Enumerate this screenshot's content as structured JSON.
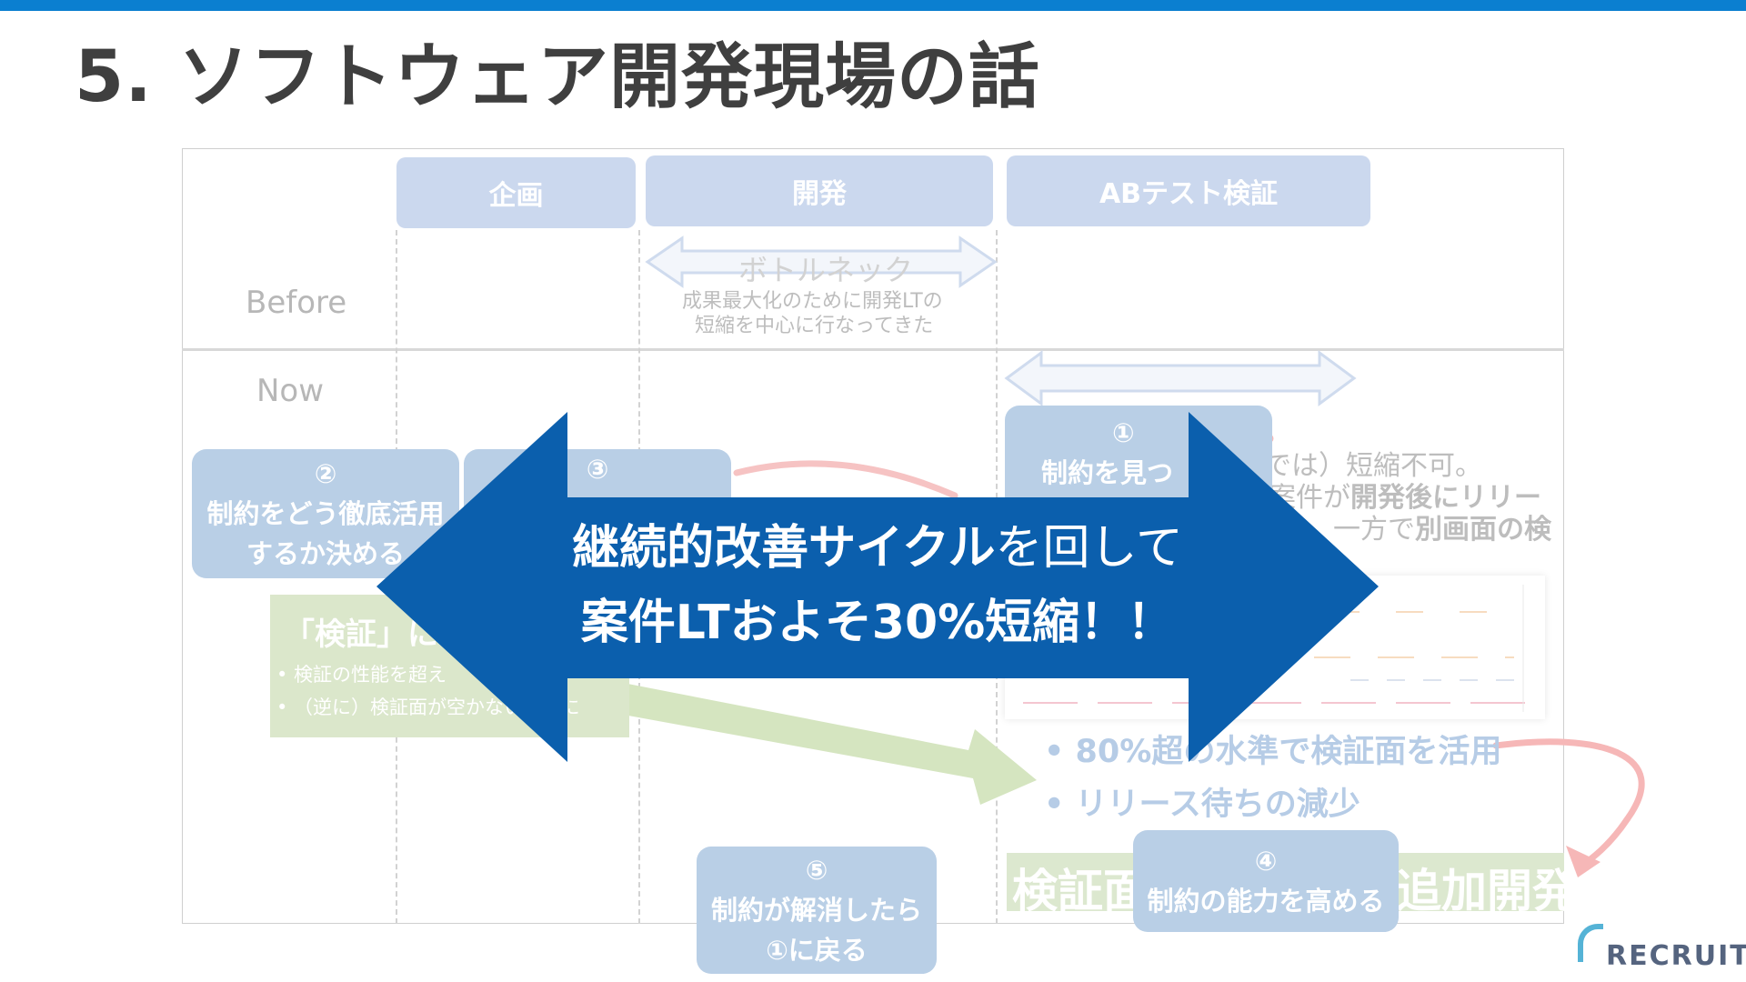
{
  "slide": {
    "title": "5. ソフトウェア開発現場の話",
    "logo_text": "RECRUIT"
  },
  "phases": [
    "企画",
    "開発",
    "ABテスト検証"
  ],
  "rows": {
    "before": "Before",
    "now": "Now"
  },
  "before": {
    "bottleneck": "ボトルネック",
    "note_line1": "成果最大化のために開発LTの",
    "note_line2": "短縮を中心に行なってきた"
  },
  "now": {
    "partial_red": "。",
    "partial_line1": "では）短縮不可。",
    "partial_line2_pre": "案件が",
    "partial_line2_bold": "開発後にリリー",
    "partial_line3_pre": "一方で",
    "partial_line3_bold": "別画面の検"
  },
  "steps": {
    "s1": {
      "num": "①",
      "label": "制約を見つ"
    },
    "s2": {
      "num": "②",
      "line1": "制約をどう徹底活用",
      "line2": "するか決める"
    },
    "s3": {
      "num": "③"
    },
    "s4": {
      "num": "④",
      "label": "制約の能力を高める"
    },
    "s5": {
      "num": "⑤",
      "line1": "制約が解消したら",
      "line2": "①に戻る"
    }
  },
  "green_box": {
    "title": "「検証」に",
    "bullet1": "• 検証の性能を超え",
    "bullet2": "• （逆に）検証面が空かないように"
  },
  "results": {
    "bullet1": "• 80%超の水準で検証面を活用",
    "bullet2": "• リリース待ちの減少"
  },
  "bottom_strip": {
    "left": "検証面",
    "right": "追加開発"
  },
  "big_arrow": {
    "line1_bold": "継続的改善サイクル",
    "line1_rest": "を回して",
    "line2": "案件LTおよそ30%短縮！！"
  },
  "colors": {
    "top_bar": "#0b7fd0",
    "big_arrow": "#0b5fad",
    "phase_box": "#cbd8ee",
    "step_box": "#b9cfe6",
    "green": "#dbe7cb",
    "red_stroke": "#f3a6a6"
  }
}
